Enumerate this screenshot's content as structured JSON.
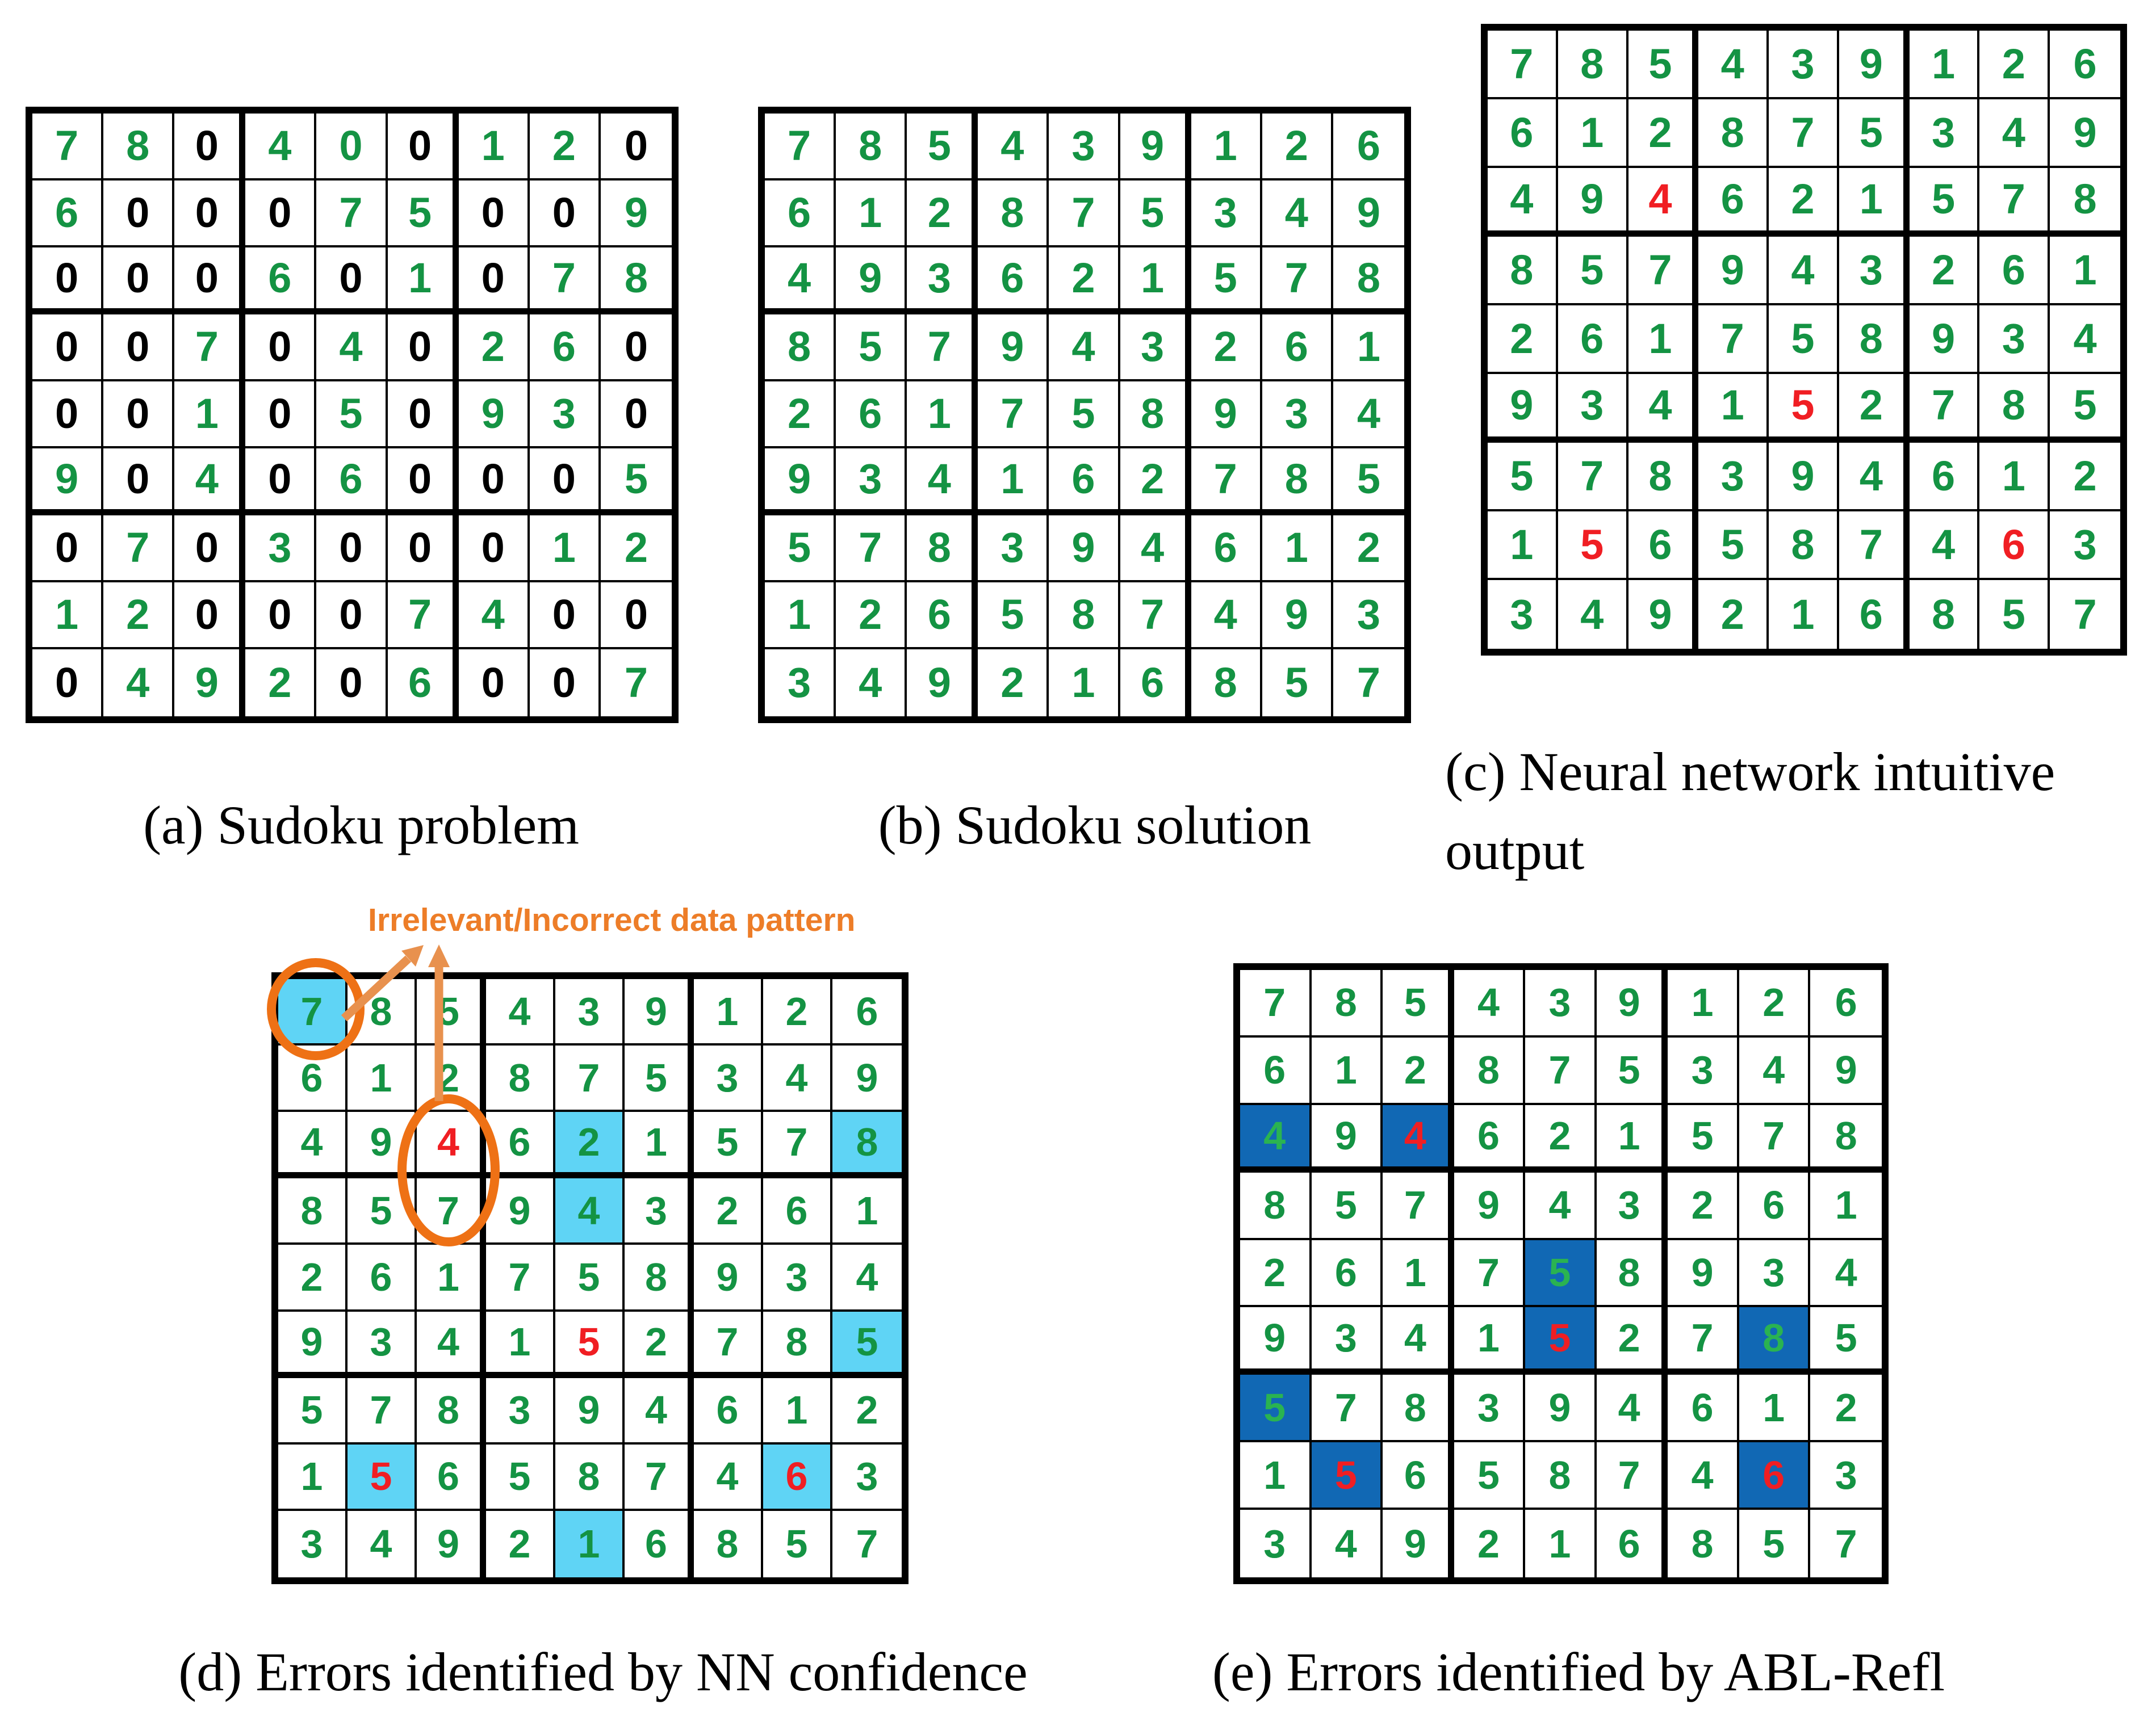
{
  "colors": {
    "digit_green": "#149343",
    "digit_green_bright": "#2ab351",
    "digit_black": "#000000",
    "digit_red": "#f01e23",
    "highlight_cyan": "#5fd4f5",
    "highlight_blue": "#1168b4",
    "annotation_text_orange": "#ed7d28",
    "annotation_circle_orange": "#ee7115",
    "annotation_arrow_orange": "#e8914e",
    "grid_line_black": "#000000"
  },
  "annotation": {
    "label": "Irrelevant/Incorrect data pattern"
  },
  "cell_token_legend": {
    "format": "digit + foreground + optional background",
    "foreground": {
      "g": "green",
      "k": "black",
      "r": "red"
    },
    "background": {
      "c": "cyan highlight",
      "b": "blue highlight",
      "(none)": "white"
    }
  },
  "grids": [
    {
      "id": "a",
      "caption": "(a) Sudoku problem",
      "cells": [
        [
          "7g",
          "8g",
          "0k",
          "4g",
          "0g",
          "0k",
          "1g",
          "2g",
          "0k"
        ],
        [
          "6g",
          "0k",
          "0k",
          "0k",
          "7g",
          "5g",
          "0k",
          "0k",
          "9g"
        ],
        [
          "0k",
          "0k",
          "0k",
          "6g",
          "0k",
          "1g",
          "0k",
          "7g",
          "8g"
        ],
        [
          "0k",
          "0k",
          "7g",
          "0k",
          "4g",
          "0k",
          "2g",
          "6g",
          "0k"
        ],
        [
          "0k",
          "0k",
          "1g",
          "0k",
          "5g",
          "0k",
          "9g",
          "3g",
          "0k"
        ],
        [
          "9g",
          "0k",
          "4g",
          "0k",
          "6g",
          "0k",
          "0k",
          "0k",
          "5g"
        ],
        [
          "0k",
          "7g",
          "0k",
          "3g",
          "0k",
          "0k",
          "0k",
          "1g",
          "2g"
        ],
        [
          "1g",
          "2g",
          "0k",
          "0k",
          "0k",
          "7g",
          "4g",
          "0k",
          "0k"
        ],
        [
          "0k",
          "4g",
          "9g",
          "2g",
          "0k",
          "6g",
          "0k",
          "0k",
          "7g"
        ]
      ]
    },
    {
      "id": "b",
      "caption": "(b) Sudoku solution",
      "cells": [
        [
          "7g",
          "8g",
          "5g",
          "4g",
          "3g",
          "9g",
          "1g",
          "2g",
          "6g"
        ],
        [
          "6g",
          "1g",
          "2g",
          "8g",
          "7g",
          "5g",
          "3g",
          "4g",
          "9g"
        ],
        [
          "4g",
          "9g",
          "3g",
          "6g",
          "2g",
          "1g",
          "5g",
          "7g",
          "8g"
        ],
        [
          "8g",
          "5g",
          "7g",
          "9g",
          "4g",
          "3g",
          "2g",
          "6g",
          "1g"
        ],
        [
          "2g",
          "6g",
          "1g",
          "7g",
          "5g",
          "8g",
          "9g",
          "3g",
          "4g"
        ],
        [
          "9g",
          "3g",
          "4g",
          "1g",
          "6g",
          "2g",
          "7g",
          "8g",
          "5g"
        ],
        [
          "5g",
          "7g",
          "8g",
          "3g",
          "9g",
          "4g",
          "6g",
          "1g",
          "2g"
        ],
        [
          "1g",
          "2g",
          "6g",
          "5g",
          "8g",
          "7g",
          "4g",
          "9g",
          "3g"
        ],
        [
          "3g",
          "4g",
          "9g",
          "2g",
          "1g",
          "6g",
          "8g",
          "5g",
          "7g"
        ]
      ]
    },
    {
      "id": "c",
      "caption": "(c) Neural network intuitive output",
      "cells": [
        [
          "7g",
          "8g",
          "5g",
          "4g",
          "3g",
          "9g",
          "1g",
          "2g",
          "6g"
        ],
        [
          "6g",
          "1g",
          "2g",
          "8g",
          "7g",
          "5g",
          "3g",
          "4g",
          "9g"
        ],
        [
          "4g",
          "9g",
          "4r",
          "6g",
          "2g",
          "1g",
          "5g",
          "7g",
          "8g"
        ],
        [
          "8g",
          "5g",
          "7g",
          "9g",
          "4g",
          "3g",
          "2g",
          "6g",
          "1g"
        ],
        [
          "2g",
          "6g",
          "1g",
          "7g",
          "5g",
          "8g",
          "9g",
          "3g",
          "4g"
        ],
        [
          "9g",
          "3g",
          "4g",
          "1g",
          "5r",
          "2g",
          "7g",
          "8g",
          "5g"
        ],
        [
          "5g",
          "7g",
          "8g",
          "3g",
          "9g",
          "4g",
          "6g",
          "1g",
          "2g"
        ],
        [
          "1g",
          "5r",
          "6g",
          "5g",
          "8g",
          "7g",
          "4g",
          "6r",
          "3g"
        ],
        [
          "3g",
          "4g",
          "9g",
          "2g",
          "1g",
          "6g",
          "8g",
          "5g",
          "7g"
        ]
      ]
    },
    {
      "id": "d",
      "caption": "(d) Errors identified by NN confidence",
      "cells": [
        [
          "7gc",
          "8g",
          "5g",
          "4g",
          "3g",
          "9g",
          "1g",
          "2g",
          "6g"
        ],
        [
          "6g",
          "1g",
          "2g",
          "8g",
          "7g",
          "5g",
          "3g",
          "4g",
          "9g"
        ],
        [
          "4g",
          "9g",
          "4r",
          "6g",
          "2gc",
          "1g",
          "5g",
          "7g",
          "8gc"
        ],
        [
          "8g",
          "5g",
          "7g",
          "9g",
          "4gc",
          "3g",
          "2g",
          "6g",
          "1g"
        ],
        [
          "2g",
          "6g",
          "1g",
          "7g",
          "5g",
          "8g",
          "9g",
          "3g",
          "4g"
        ],
        [
          "9g",
          "3g",
          "4g",
          "1g",
          "5r",
          "2g",
          "7g",
          "8g",
          "5gc"
        ],
        [
          "5g",
          "7g",
          "8g",
          "3g",
          "9g",
          "4g",
          "6g",
          "1g",
          "2g"
        ],
        [
          "1g",
          "5rc",
          "6g",
          "5g",
          "8g",
          "7g",
          "4g",
          "6rc",
          "3g"
        ],
        [
          "3g",
          "4g",
          "9g",
          "2g",
          "1gc",
          "6g",
          "8g",
          "5g",
          "7g"
        ]
      ]
    },
    {
      "id": "e",
      "caption": "(e) Errors identified by ABL-Refl",
      "cells": [
        [
          "7g",
          "8g",
          "5g",
          "4g",
          "3g",
          "9g",
          "1g",
          "2g",
          "6g"
        ],
        [
          "6g",
          "1g",
          "2g",
          "8g",
          "7g",
          "5g",
          "3g",
          "4g",
          "9g"
        ],
        [
          "4gb",
          "9g",
          "4rb",
          "6g",
          "2g",
          "1g",
          "5g",
          "7g",
          "8g"
        ],
        [
          "8g",
          "5g",
          "7g",
          "9g",
          "4g",
          "3g",
          "2g",
          "6g",
          "1g"
        ],
        [
          "2g",
          "6g",
          "1g",
          "7g",
          "5gb",
          "8g",
          "9g",
          "3g",
          "4g"
        ],
        [
          "9g",
          "3g",
          "4g",
          "1g",
          "5rb",
          "2g",
          "7g",
          "8gb",
          "5g"
        ],
        [
          "5gb",
          "7g",
          "8g",
          "3g",
          "9g",
          "4g",
          "6g",
          "1g",
          "2g"
        ],
        [
          "1g",
          "5rb",
          "6g",
          "5g",
          "8g",
          "7g",
          "4g",
          "6rb",
          "3g"
        ],
        [
          "3g",
          "4g",
          "9g",
          "2g",
          "1g",
          "6g",
          "8g",
          "5g",
          "7g"
        ]
      ]
    }
  ]
}
